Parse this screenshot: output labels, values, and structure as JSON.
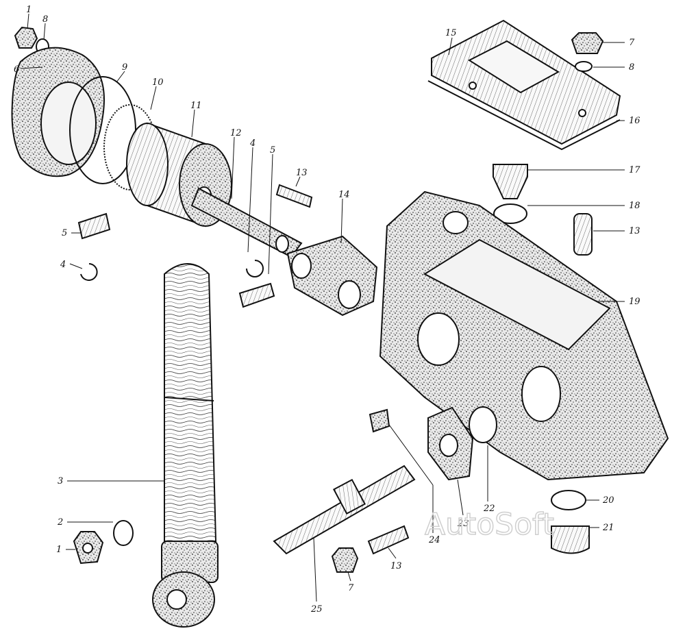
{
  "labels": {
    "p1a": "1",
    "p8a": "8",
    "p6": "6",
    "p9": "9",
    "p10": "10",
    "p11": "11",
    "p12": "12",
    "p4a": "4",
    "p5a": "5",
    "p13a": "13",
    "p14": "14",
    "p15": "15",
    "p7a": "7",
    "p8b": "8",
    "p16": "16",
    "p17": "17",
    "p18": "18",
    "p13b": "13",
    "p19": "19",
    "p5b": "5",
    "p4b": "4",
    "p3": "3",
    "p2": "2",
    "p1b": "1",
    "p20": "20",
    "p21": "21",
    "p22": "22",
    "p23": "23",
    "p24": "24",
    "p13c": "13",
    "p7b": "7",
    "p25": "25"
  },
  "watermark": "AutoSoft"
}
